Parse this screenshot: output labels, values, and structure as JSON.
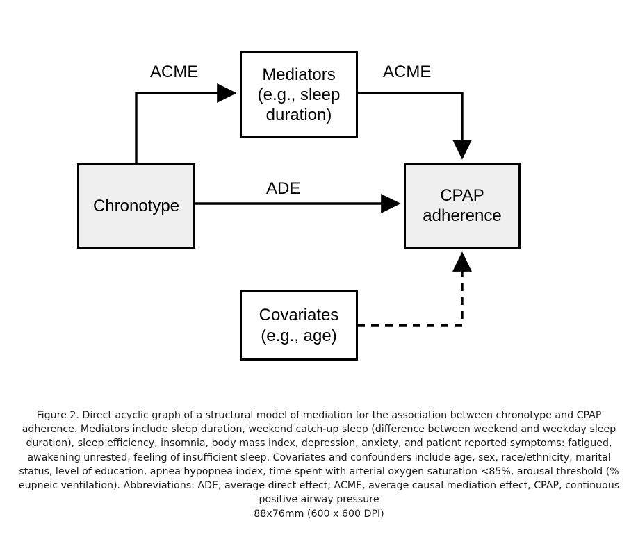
{
  "figure": {
    "caption": "Figure 2. Direct acyclic graph of a structural model of mediation for the association between chronotype and CPAP adherence. Mediators include sleep duration, weekend catch-up sleep (difference between weekend and weekday sleep duration), sleep efficiency, insomnia, body mass index, depression, anxiety, and patient reported symptoms: fatigued, awakening unrested, feeling of insufficient sleep. Covariates and confounders include age, sex, race/ethnicity, marital status, level of education, apnea hypopnea index, time spent with arterial oxygen saturation <85%, arousal threshold (% eupneic ventilation). Abbreviations: ADE, average direct effect; ACME, average causal mediation effect, CPAP, continuous positive airway pressure",
    "dimension_note": "88x76mm (600 x 600 DPI)"
  },
  "diagram": {
    "type": "directed-acyclic-graph",
    "nodes": [
      {
        "id": "chronotype",
        "label": "Chronotype",
        "fill": "#efefef",
        "stroke": "#000000"
      },
      {
        "id": "mediators",
        "label": "Mediators\n(e.g., sleep\nduration)",
        "fill": "#ffffff",
        "stroke": "#000000"
      },
      {
        "id": "cpap",
        "label": "CPAP\nadherence",
        "fill": "#efefef",
        "stroke": "#000000"
      },
      {
        "id": "covariates",
        "label": "Covariates\n(e.g., age)",
        "fill": "#ffffff",
        "stroke": "#000000"
      }
    ],
    "edges": [
      {
        "id": "chronotype-to-mediators",
        "from": "chronotype",
        "to": "mediators",
        "label": "ACME",
        "style": "solid"
      },
      {
        "id": "mediators-to-cpap",
        "from": "mediators",
        "to": "cpap",
        "label": "ACME",
        "style": "solid"
      },
      {
        "id": "chronotype-to-cpap",
        "from": "chronotype",
        "to": "cpap",
        "label": "ADE",
        "style": "solid"
      },
      {
        "id": "covariates-to-cpap",
        "from": "covariates",
        "to": "cpap",
        "label": "",
        "style": "dashed"
      }
    ]
  }
}
